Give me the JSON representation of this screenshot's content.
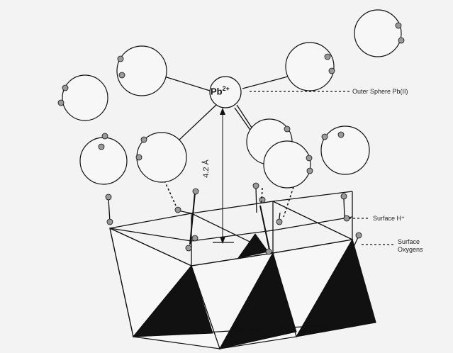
{
  "labels": {
    "ion": "Pb",
    "ion_charge": "2+",
    "outer_sphere": "Outer Sphere Pb(II)",
    "distance": "4.2 Å",
    "surface_h": "Surface H⁺",
    "surface_oxygens_line1": "Surface",
    "surface_oxygens_line2": "Oxygens"
  },
  "colors": {
    "background": "#f3f3f3",
    "line": "#111111",
    "atom_fill": "#9a9a9a",
    "dark_face": "#111111"
  }
}
